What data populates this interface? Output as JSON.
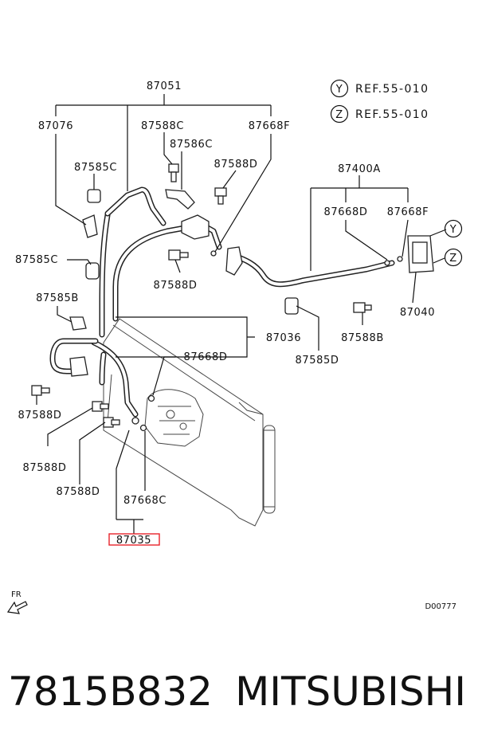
{
  "labels": {
    "p87051": "87051",
    "p87076": "87076",
    "p87588c": "87588C",
    "p87668f_top": "87668F",
    "p87586c": "87586C",
    "p87585c_top": "87585C",
    "p87588d_top": "87588D",
    "p87400a": "87400A",
    "p87668d_right": "87668D",
    "p87668f_right": "87668F",
    "p87585c_left": "87585C",
    "p87588d_mid": "87588D",
    "p87040": "87040",
    "p87585b_left": "87585B",
    "p87036": "87036",
    "p87588b": "87588B",
    "p87668d_mid": "87668D",
    "p87585d": "87585D",
    "p87588d_lower1": "87588D",
    "p87588d_lower2": "87588D",
    "p87588d_lower3": "87588D",
    "p87668c": "87668C",
    "p87035": "87035"
  },
  "refs": {
    "y_letter": "Y",
    "y_text": "REF.55-010",
    "z_letter": "Z",
    "z_text": "REF.55-010",
    "y_callout": "Y",
    "z_callout": "Z"
  },
  "front_marker": "FR",
  "diagram_code": "D00777",
  "footer": {
    "part_number": "7815B832",
    "brand": "MITSUBISHI"
  },
  "highlight_color": "#e8232a"
}
